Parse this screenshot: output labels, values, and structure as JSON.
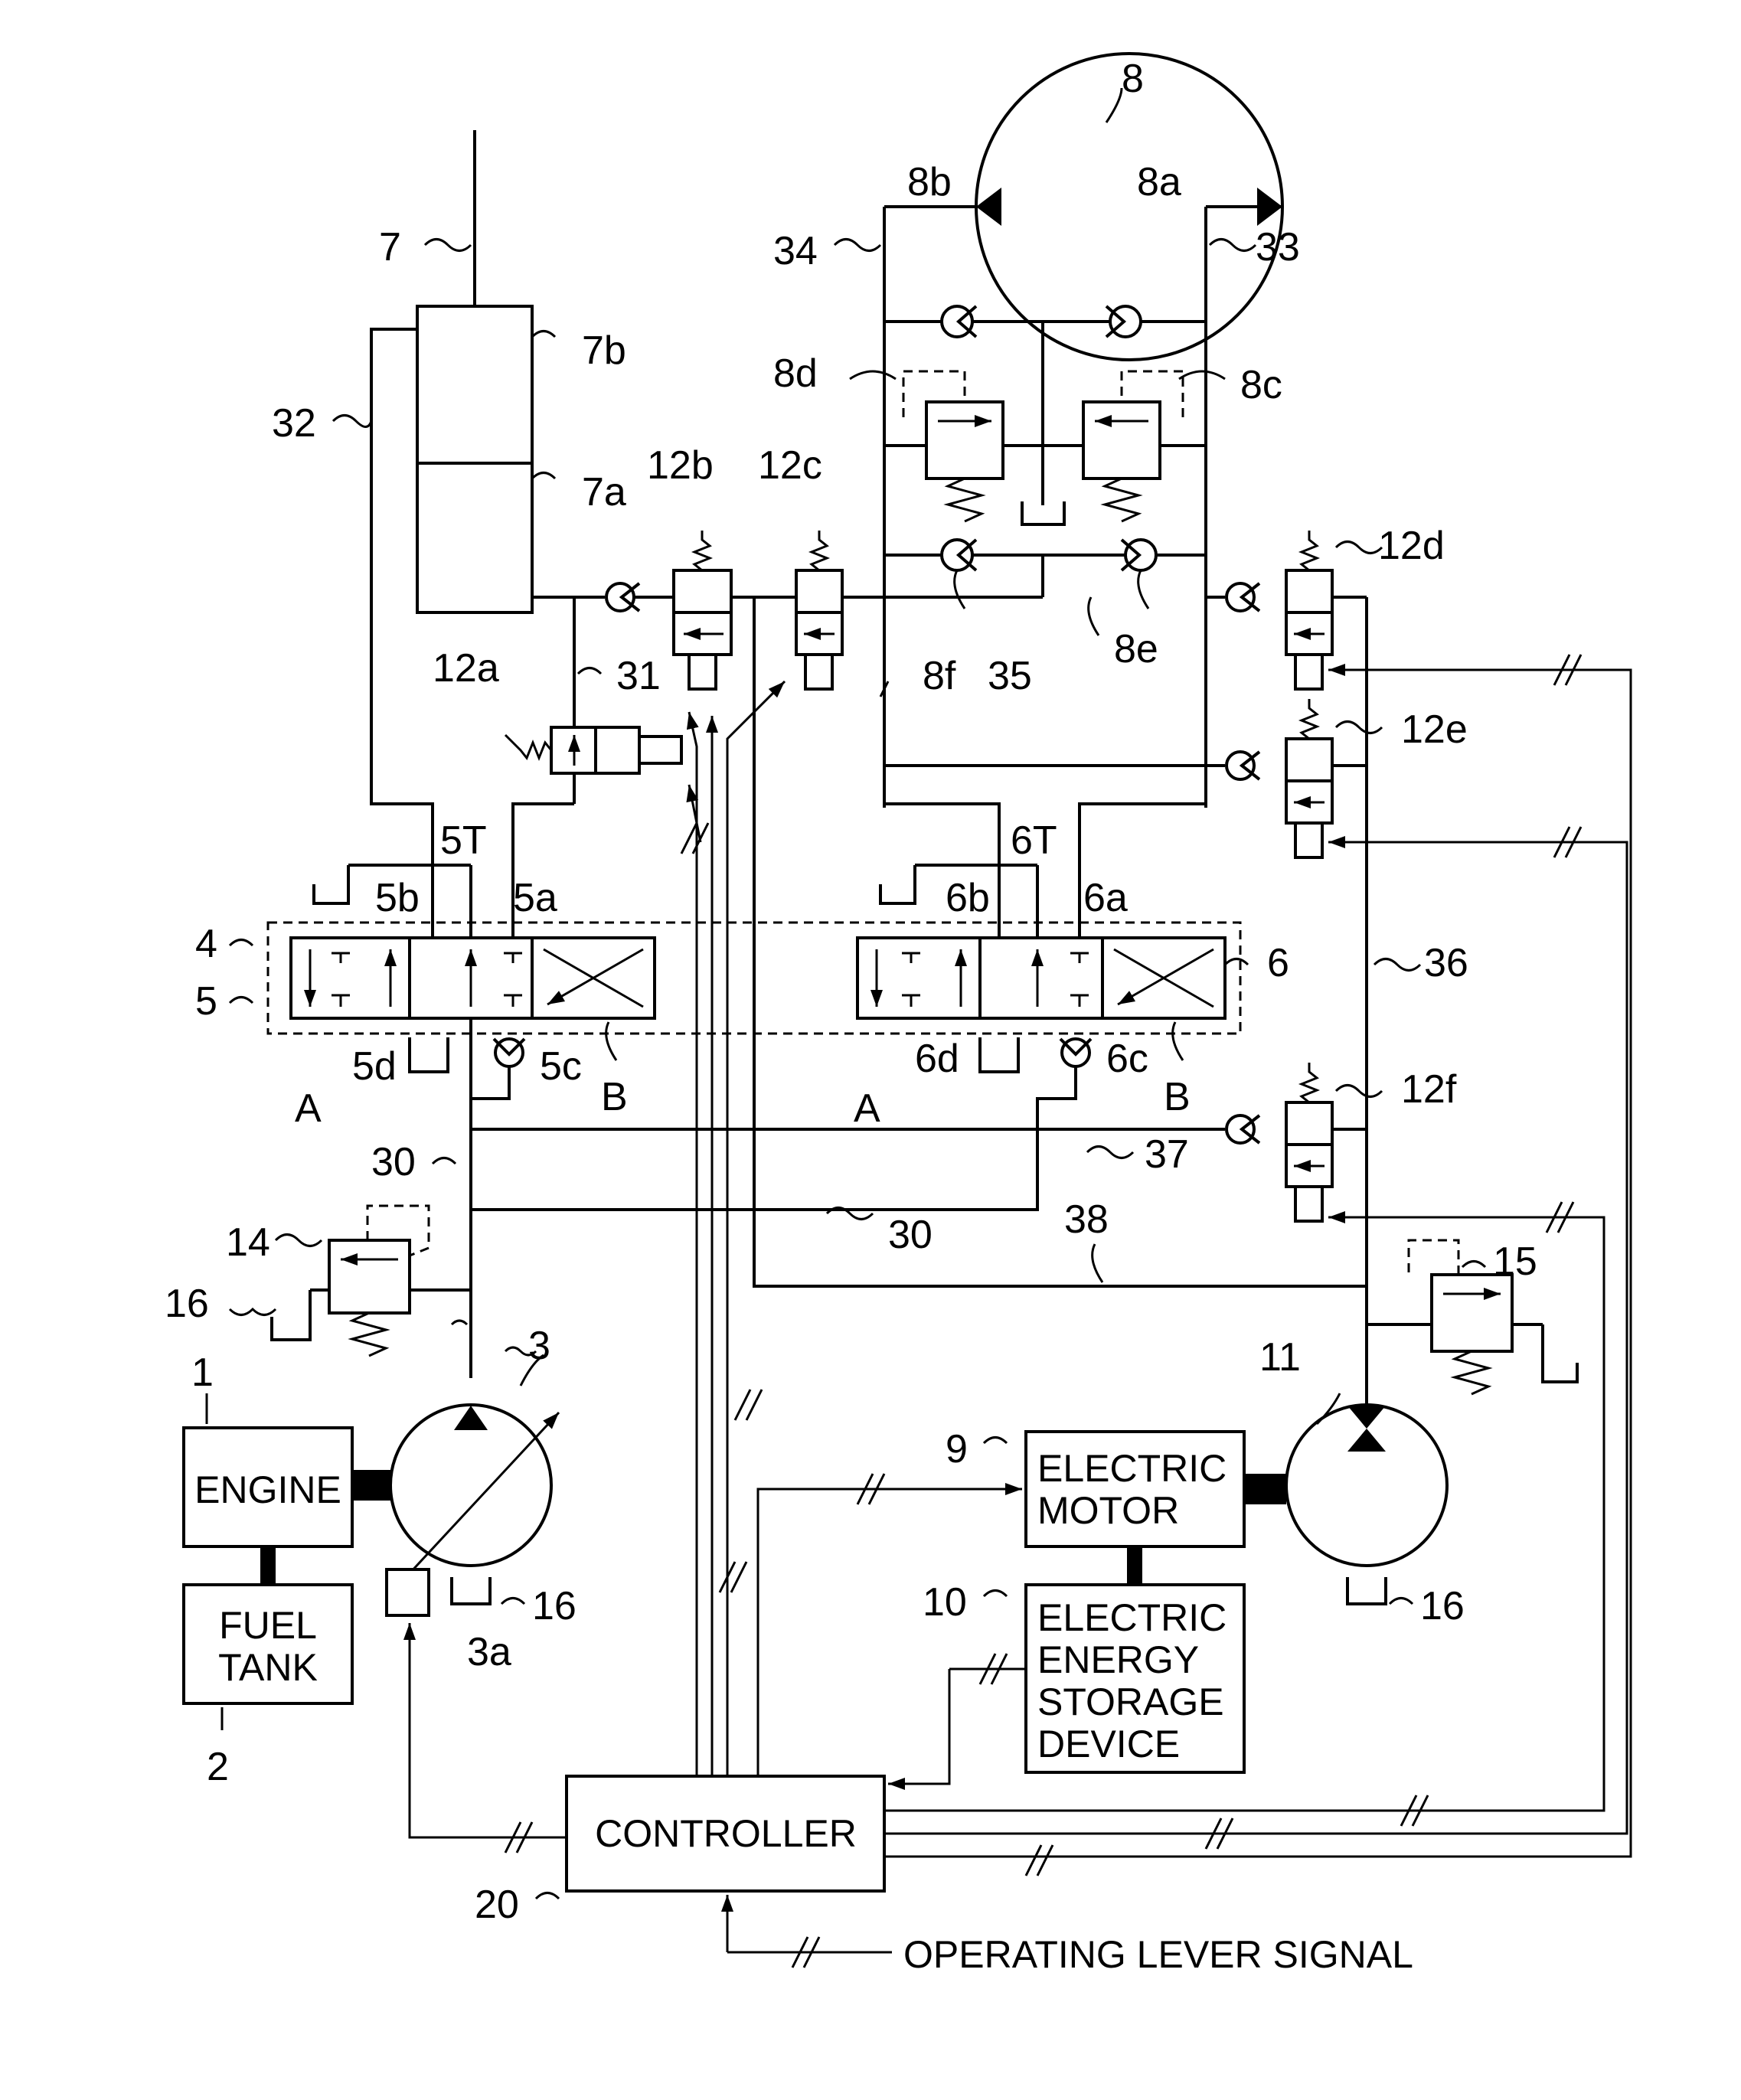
{
  "blocks": {
    "engine": "ENGINE",
    "fuel_tank_line1": "FUEL",
    "fuel_tank_line2": "TANK",
    "electric_motor_line1": "ELECTRIC",
    "electric_motor_line2": "MOTOR",
    "storage_line1": "ELECTRIC",
    "storage_line2": "ENERGY",
    "storage_line3": "STORAGE",
    "storage_line4": "DEVICE",
    "controller": "CONTROLLER",
    "operating_lever_signal": "OPERATING LEVER SIGNAL"
  },
  "refs": {
    "r1": "1",
    "r2": "2",
    "r3": "3",
    "r3a": "3a",
    "r4": "4",
    "r5": "5",
    "r5a": "5a",
    "r5b": "5b",
    "r5c": "5c",
    "r5d": "5d",
    "r5T": "5T",
    "r6": "6",
    "r6a": "6a",
    "r6b": "6b",
    "r6c": "6c",
    "r6d": "6d",
    "r6T": "6T",
    "r7": "7",
    "r7a": "7a",
    "r7b": "7b",
    "r8": "8",
    "r8a": "8a",
    "r8b": "8b",
    "r8c": "8c",
    "r8d": "8d",
    "r8e": "8e",
    "r8f": "8f",
    "r9": "9",
    "r10": "10",
    "r11": "11",
    "r12a": "12a",
    "r12b": "12b",
    "r12c": "12c",
    "r12d": "12d",
    "r12e": "12e",
    "r12f": "12f",
    "r14": "14",
    "r15": "15",
    "r16a": "16",
    "r16b": "16",
    "r16c": "16",
    "r20": "20",
    "r30a": "30",
    "r30b": "30",
    "r31": "31",
    "r32": "32",
    "r33": "33",
    "r34": "34",
    "r35": "35",
    "r36": "36",
    "r37": "37",
    "r38": "38",
    "A1": "A",
    "B1": "B",
    "A2": "A",
    "B2": "B"
  }
}
